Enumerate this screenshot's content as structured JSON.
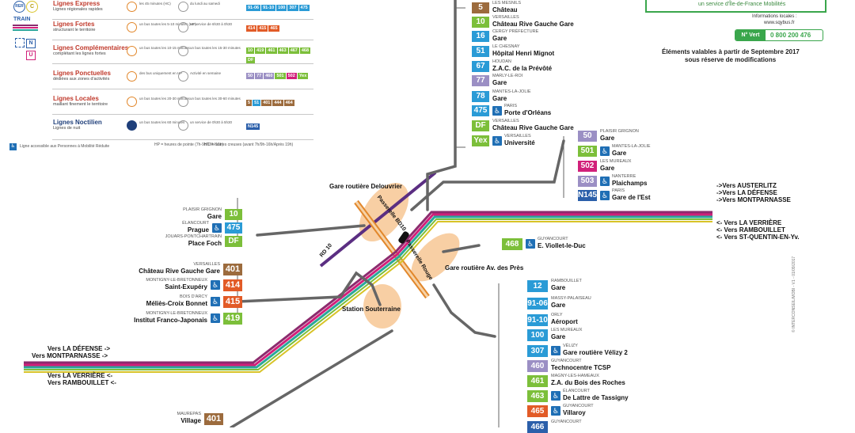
{
  "colors": {
    "express": "#2a9bd6",
    "fortes": "#e25b27",
    "complementaires": "#7cbf3a",
    "ponctuelles": "#9b8fc4",
    "locales": "#9c6b3d",
    "noctilien": "#1f3f7a",
    "railPurple": "#8c2b6e",
    "railMagenta": "#d1207a",
    "railTeal": "#2aa79b",
    "railYellow": "#d8c328",
    "railBlue": "#2b5faa",
    "busGrey": "#666666",
    "hub": "#f2a85a",
    "accessible": "#1f6fb5"
  },
  "legend": {
    "categories": [
      {
        "title": "Lignes Express",
        "sub": "Lignes régionales rapides",
        "desc_a": "les 45 minutes (HC)",
        "desc_b": "du lundi au samedi",
        "chips": [
          {
            "t": "91-06",
            "c": "#2a9bd6"
          },
          {
            "t": "91-10",
            "c": "#2a9bd6"
          },
          {
            "t": "100",
            "c": "#2a9bd6"
          },
          {
            "t": "307",
            "c": "#2a9bd6"
          },
          {
            "t": "475",
            "c": "#2a9bd6"
          }
        ]
      },
      {
        "title": "Lignes Fortes",
        "sub": "structurant le territoire",
        "desc_a": "un bus toutes les 5-10 minutes (HP)",
        "desc_b": "un service de 6h30 à 0h30",
        "chips": [
          {
            "t": "414",
            "c": "#e25b27"
          },
          {
            "t": "415",
            "c": "#e25b27"
          },
          {
            "t": "465",
            "c": "#e25b27"
          }
        ]
      },
      {
        "title": "Lignes Complémentaires",
        "sub": "complétant les lignes fortes",
        "desc_a": "un bus toutes les 10-15 minutes",
        "desc_b": "un bus toutes les 15-30 minutes",
        "chips": [
          {
            "t": "10",
            "c": "#7cbf3a"
          },
          {
            "t": "419",
            "c": "#7cbf3a"
          },
          {
            "t": "461",
            "c": "#7cbf3a"
          },
          {
            "t": "463",
            "c": "#7cbf3a"
          },
          {
            "t": "467",
            "c": "#7cbf3a"
          },
          {
            "t": "468",
            "c": "#7cbf3a"
          },
          {
            "t": "DF",
            "c": "#7cbf3a"
          }
        ]
      },
      {
        "title": "Lignes Ponctuelles",
        "sub": "dédiées aux zones d'activités",
        "desc_a": "des bus uniquement en HP",
        "desc_b": "Activité en semaine",
        "chips": [
          {
            "t": "50",
            "c": "#9b8fc4"
          },
          {
            "t": "77",
            "c": "#9b8fc4"
          },
          {
            "t": "460",
            "c": "#9b8fc4"
          },
          {
            "t": "501",
            "c": "#7cbf3a"
          },
          {
            "t": "502",
            "c": "#d1207a"
          },
          {
            "t": "Yex",
            "c": "#7cbf3a"
          }
        ]
      },
      {
        "title": "Lignes Locales",
        "sub": "maillant finement le territoire",
        "desc_a": "un bus toutes les 20-30 minutes",
        "desc_b": "un bus toutes les 30-60 minutes",
        "chips": [
          {
            "t": "5",
            "c": "#9c6b3d"
          },
          {
            "t": "51",
            "c": "#2a9bd6"
          },
          {
            "t": "401",
            "c": "#9c6b3d"
          },
          {
            "t": "444",
            "c": "#9c6b3d"
          },
          {
            "t": "464",
            "c": "#9c6b3d"
          }
        ]
      },
      {
        "title": "Lignes Noctilien",
        "sub": "Lignes de nuit",
        "desc_a": "un bus toutes les 60 minutes",
        "desc_b": "un service de 0h30 à 5h30",
        "chips": [
          {
            "t": "N145",
            "c": "#2b5faa"
          }
        ]
      }
    ],
    "accessible_note": "Ligne accessible aux Personnes à Mobilité Réduite",
    "hp_note": "HP = heures de pointe (7h-9h/16h-19h)",
    "hc_note": "HC = heures creuses (avant 7h/9h-16h/Après 19h)",
    "modes": [
      "RER",
      "C",
      "TRAIN",
      "N",
      "U"
    ]
  },
  "header_right": {
    "service": "un service d'Île-de-France Mobilités",
    "info_label": "Informations locales :",
    "info_site": "www.sqybus.fr",
    "nvert_label": "N° Vert",
    "nvert_number": "0 800 200 476",
    "validity_line1": "Éléments valables à partir de Septembre 2017",
    "validity_line2": "sous réserve de modifications"
  },
  "top_stops": [
    {
      "line": "5",
      "color": "#9c6b3d",
      "city": "LES MESNILS",
      "stop": "Château",
      "acc": false
    },
    {
      "line": "10",
      "color": "#7cbf3a",
      "city": "VERSAILLES",
      "stop": "Château Rive Gauche Gare",
      "acc": false
    },
    {
      "line": "16",
      "color": "#2a9bd6",
      "city": "CERGY PRÉFECTURE",
      "stop": "Gare",
      "acc": false
    },
    {
      "line": "51",
      "color": "#2a9bd6",
      "city": "LE CHESNAY",
      "stop": "Hôpital Henri Mignot",
      "acc": false
    },
    {
      "line": "67",
      "color": "#2a9bd6",
      "city": "HOUDAN",
      "stop": "Z.A.C. de la Prévôté",
      "acc": false
    },
    {
      "line": "77",
      "color": "#9b8fc4",
      "city": "MARLY-LE-ROI",
      "stop": "Gare",
      "acc": false
    },
    {
      "line": "78",
      "color": "#2a9bd6",
      "city": "MANTES-LA-JOLIE",
      "stop": "Gare",
      "acc": false
    },
    {
      "line": "475",
      "color": "#2a9bd6",
      "city": "PARIS",
      "stop": "Porte d'Orléans",
      "acc": true
    },
    {
      "line": "DF",
      "color": "#7cbf3a",
      "city": "VERSAILLES",
      "stop": "Château Rive Gauche Gare",
      "acc": false
    },
    {
      "line": "Yex",
      "color": "#7cbf3a",
      "city": "VERSAILLES",
      "stop": "Université",
      "acc": true
    }
  ],
  "mid_stops": [
    {
      "line": "50",
      "color": "#9b8fc4",
      "city": "PLAISIR GRIGNON",
      "stop": "Gare",
      "acc": false
    },
    {
      "line": "501",
      "color": "#7cbf3a",
      "city": "MANTES-LA-JOLIE",
      "stop": "Gare",
      "acc": true
    },
    {
      "line": "502",
      "color": "#d1207a",
      "city": "LES MUREAUX",
      "stop": "Gare",
      "acc": false
    },
    {
      "line": "503",
      "color": "#9b8fc4",
      "city": "NANTERRE",
      "stop": "Plaichamps",
      "acc": true
    },
    {
      "line": "N145",
      "color": "#2b5faa",
      "city": "PARIS",
      "stop": "Gare de l'Est",
      "acc": true
    }
  ],
  "left_top_stops": [
    {
      "line": "10",
      "color": "#7cbf3a",
      "city": "PLAISIR GRIGNON",
      "stop": "Gare",
      "acc": false
    },
    {
      "line": "475",
      "color": "#2a9bd6",
      "city": "ÉLANCOURT",
      "stop": "Prague",
      "acc": true
    },
    {
      "line": "DF",
      "color": "#7cbf3a",
      "city": "JOUARS-PONTCHARTRAIN",
      "stop": "Place Foch",
      "acc": false
    }
  ],
  "left_mid_stops": [
    {
      "line": "401",
      "color": "#9c6b3d",
      "city": "VERSAILLES",
      "stop": "Château Rive Gauche Gare",
      "acc": false
    },
    {
      "line": "414",
      "color": "#e25b27",
      "city": "MONTIGNY-LE-BRETONNEUX",
      "stop": "Saint-Exupéry",
      "acc": true
    },
    {
      "line": "415",
      "color": "#e25b27",
      "city": "BOIS D'ARCY",
      "stop": "Méliès-Croix Bonnet",
      "acc": true
    },
    {
      "line": "419",
      "color": "#7cbf3a",
      "city": "MONTIGNY-LE-BRETONNEUX",
      "stop": "Institut Franco-Japonais",
      "acc": true
    }
  ],
  "guyancourt_stop": {
    "line": "468",
    "color": "#7cbf3a",
    "city": "GUYANCOURT",
    "stop": "E. Viollet-le-Duc",
    "acc": true
  },
  "bottom_left_stop": {
    "line": "401",
    "color": "#9c6b3d",
    "city": "MAUREPAS",
    "stop": "Village"
  },
  "right_stops": [
    {
      "line": "12",
      "color": "#2a9bd6",
      "city": "RAMBOUILLET",
      "stop": "Gare",
      "acc": false
    },
    {
      "line": "91-06",
      "color": "#2a9bd6",
      "city": "MASSY-PALAISEAU",
      "stop": "Gare",
      "acc": false
    },
    {
      "line": "91-10",
      "color": "#2a9bd6",
      "city": "ORLY",
      "stop": "Aéroport",
      "acc": false
    },
    {
      "line": "100",
      "color": "#2a9bd6",
      "city": "LES MUREAUX",
      "stop": "Gare",
      "acc": false
    },
    {
      "line": "307",
      "color": "#2a9bd6",
      "city": "VÉLIZY",
      "stop": "Gare routière Vélizy 2",
      "acc": true
    },
    {
      "line": "460",
      "color": "#9b8fc4",
      "city": "GUYANCOURT",
      "stop": "Technocentre TCSP",
      "acc": false
    },
    {
      "line": "461",
      "color": "#7cbf3a",
      "city": "MAGNY-LES-HAMEAUX",
      "stop": "Z.A. du Bois des Roches",
      "acc": false
    },
    {
      "line": "463",
      "color": "#7cbf3a",
      "city": "ÉLANCOURT",
      "stop": "De Lattre de Tassigny",
      "acc": true
    },
    {
      "line": "465",
      "color": "#e25b27",
      "city": "GUYANCOURT",
      "stop": "Villaroy",
      "acc": true
    },
    {
      "line": "466",
      "color": "#2b5faa",
      "city": "GUYANCOURT",
      "stop": "",
      "acc": false
    }
  ],
  "sites": {
    "delouvrier": "Gare routière Delouvrier",
    "pres": "Gare routière Av. des Près",
    "souterraine": "Station Souterraine",
    "passerelle_b": "Passerelle BD10",
    "passerelle_r": "Passerelle Rouge",
    "rd10": "RD 10"
  },
  "directions": {
    "right_top": [
      "->Vers AUSTERLITZ",
      "->Vers LA DÉFENSE",
      "->Vers MONTPARNASSE"
    ],
    "right_bottom": [
      "<- Vers LA VERRIÈRE",
      "<- Vers RAMBOUILLET",
      "<- Vers ST-QUENTIN-EN-Yv."
    ],
    "left_top": [
      "Vers LA DÉFENSE ->",
      "Vers MONTPARNASSE ->"
    ],
    "left_bottom": [
      "Vers LA VERRIÈRE <-",
      "Vers RAMBOUILLET <-"
    ]
  },
  "margin_note": "© INTERCONSEIL/MOBI - V1 - 01/09/2017"
}
